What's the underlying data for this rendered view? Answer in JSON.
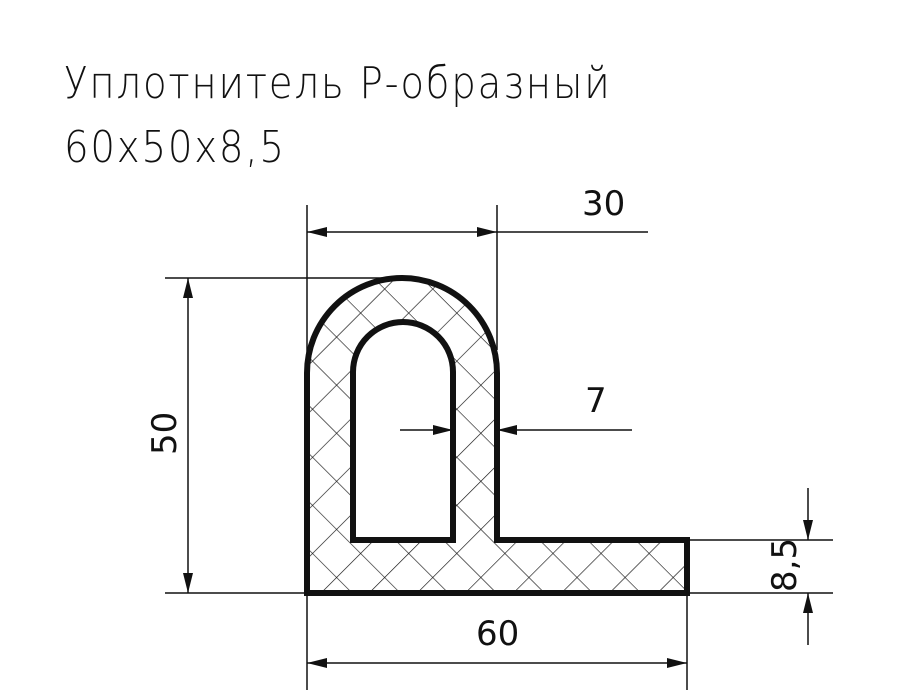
{
  "title": {
    "line1": "Уплотнитель Р-образный",
    "line2": "60x50x8,5"
  },
  "dimensions": {
    "top_width": "30",
    "height": "50",
    "wall": "7",
    "width": "60",
    "base_thickness": "8,5"
  },
  "colors": {
    "line": "#111111",
    "background": "#ffffff"
  }
}
